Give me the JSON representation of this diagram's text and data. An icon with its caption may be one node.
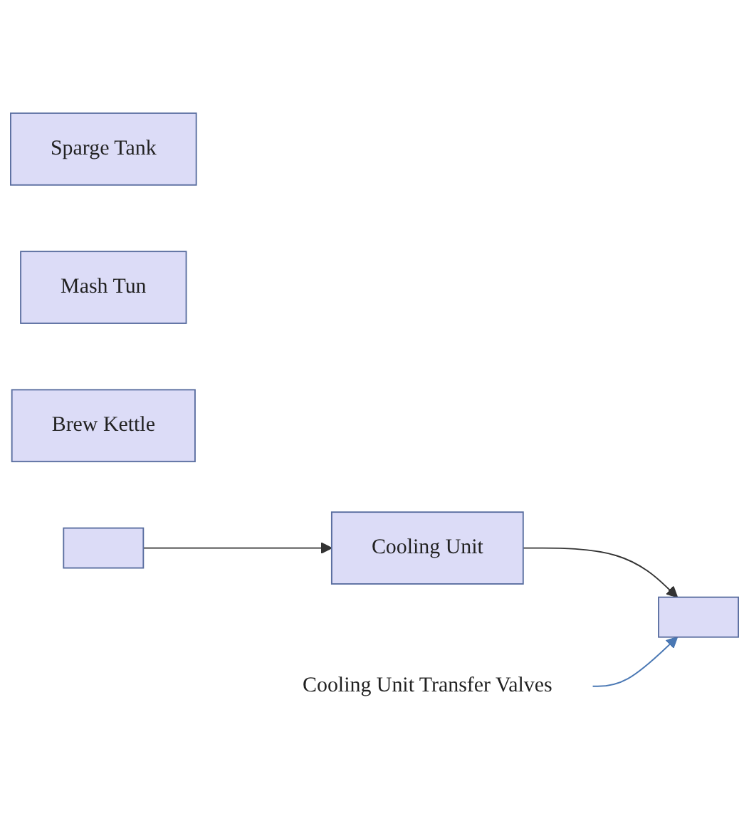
{
  "diagram": {
    "nodes": [
      {
        "text": [
          "Sparge Tank"
        ]
      },
      {
        "text": [
          "Mash Tun"
        ]
      },
      {
        "text": [
          "Brew Kettle"
        ]
      },
      {
        "text": [
          "Cooling Unit"
        ]
      },
      {
        "text": [],
        "shape": "box"
      },
      {
        "text": [],
        "shape": "box"
      },
      {
        "text": [
          "Cooling Unit Transfer Valves"
        ]
      }
    ],
    "edges": [
      {
        "from": 4,
        "to": 3,
        "arrow": "to"
      },
      {
        "from": 3,
        "to": 5,
        "arrow": "to"
      },
      {
        "from": 6,
        "to": 5,
        "arrow": "to",
        "color": "#4a78b4"
      }
    ]
  }
}
